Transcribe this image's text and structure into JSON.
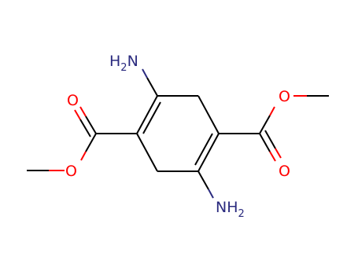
{
  "molecule": {
    "atoms": {
      "nh2_top": {
        "main": "H",
        "sub": "2",
        "tail": "N"
      },
      "nh2_bottom": {
        "main": "NH",
        "sub": "2"
      },
      "o_left_carbonyl": "O",
      "o_left_ester": "O",
      "o_right_ester": "O",
      "o_right_carbonyl": "O"
    }
  },
  "colors": {
    "carbon_bond": "#000000",
    "nitrogen": "#2b2b7f",
    "oxygen": "#ff0000",
    "background": "#ffffff"
  }
}
